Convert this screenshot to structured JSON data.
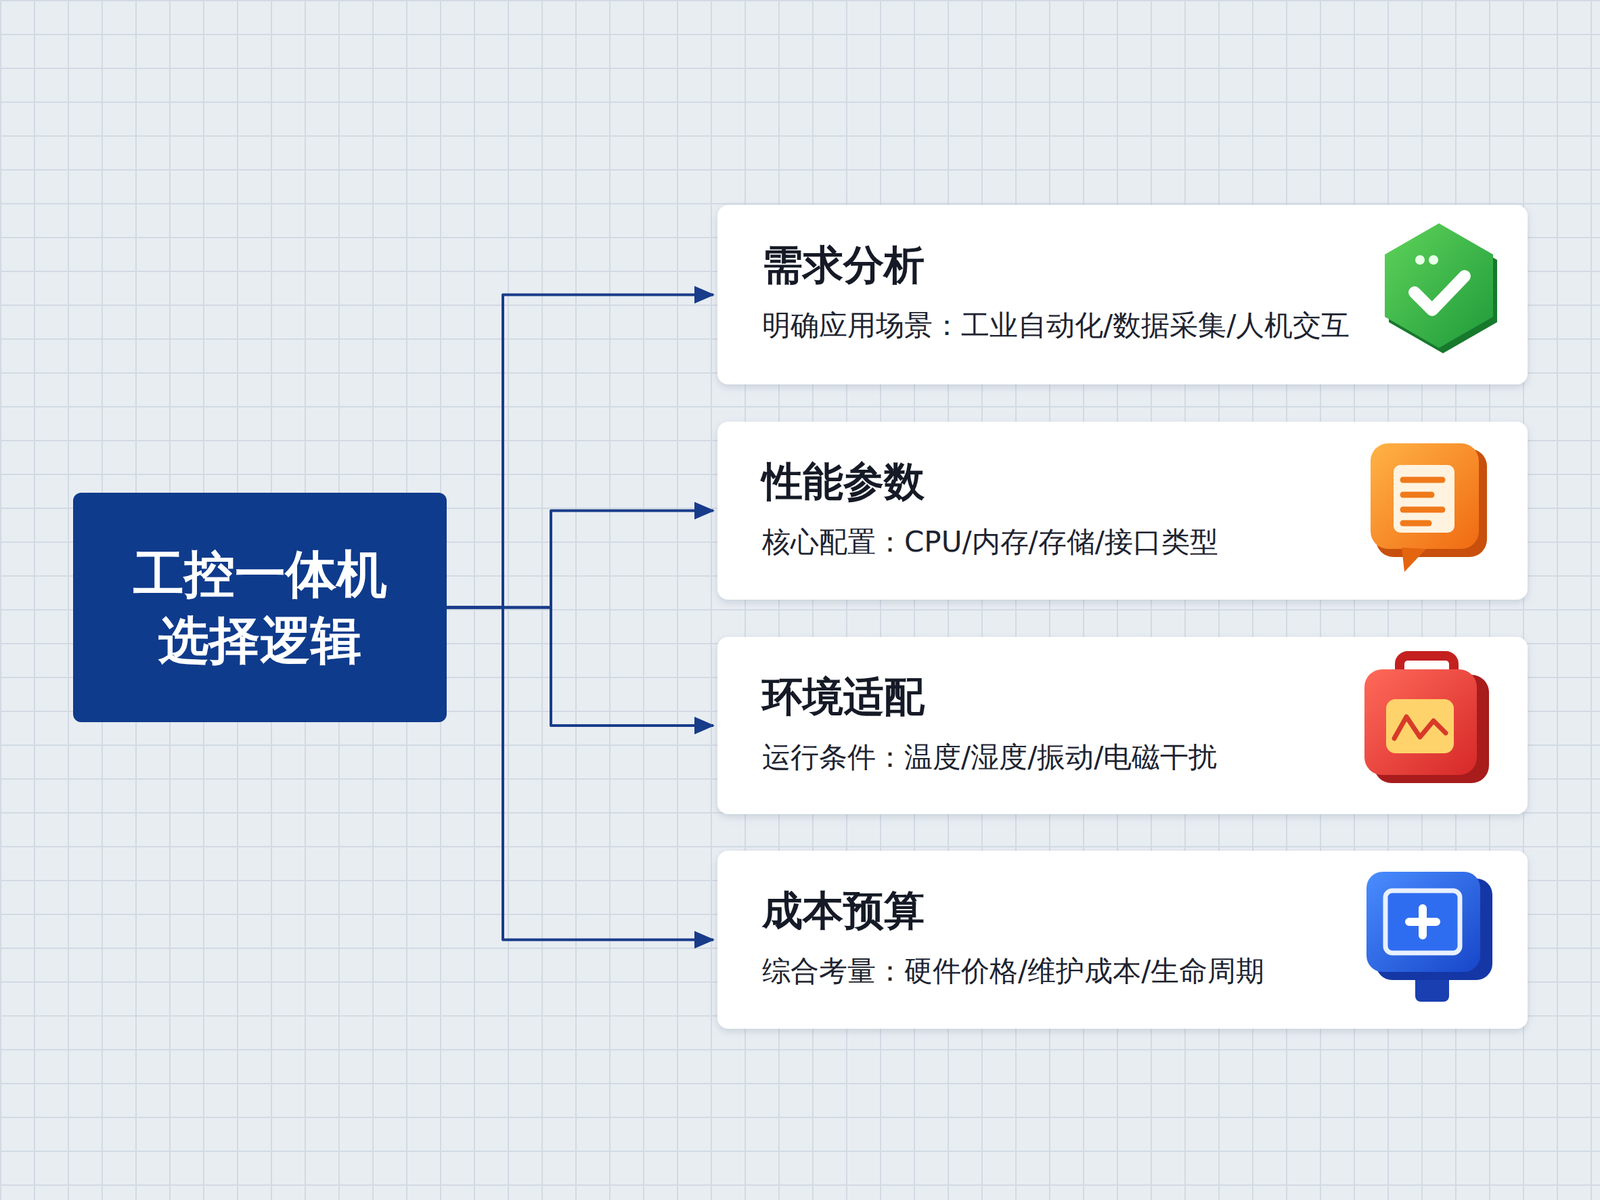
{
  "diagram": {
    "nodes": [
      {
        "text": [
          "工控一体机 选择逻辑"
        ]
      },
      {
        "text": [
          "需求分析",
          "明确应用场景：工业自动化/数据采集/人机交互"
        ]
      },
      {
        "text": [
          "性能参数",
          "核心配置：CPU/内存/存储/接口类型"
        ]
      },
      {
        "text": [
          "环境适配",
          "运行条件：温度/湿度/振动/电磁干扰"
        ]
      },
      {
        "text": [
          "成本预算",
          "综合考量：硬件价格/维护成本/生命周期"
        ]
      }
    ],
    "edges": [
      {
        "from": 0,
        "to": 1,
        "arrow": "to"
      },
      {
        "from": 0,
        "to": 2,
        "arrow": "to"
      },
      {
        "from": 0,
        "to": 3,
        "arrow": "to"
      },
      {
        "from": 0,
        "to": 4,
        "arrow": "to"
      }
    ]
  }
}
